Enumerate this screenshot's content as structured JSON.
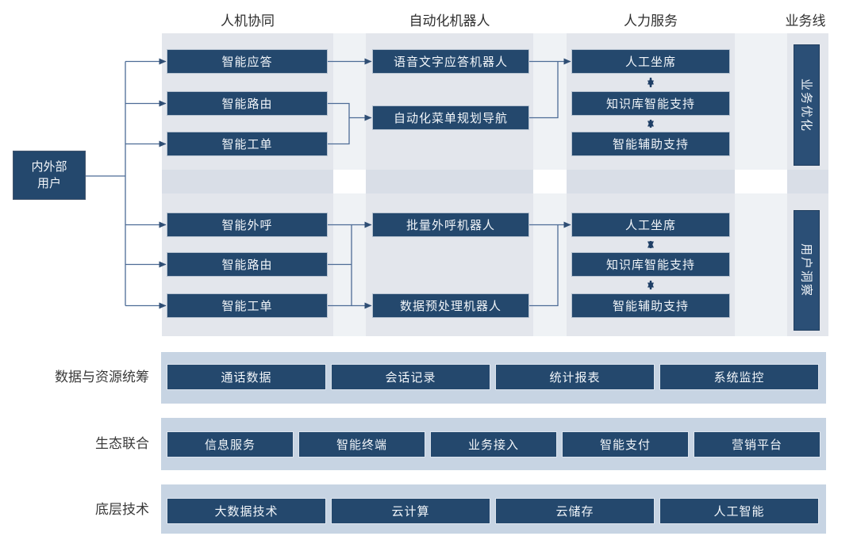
{
  "columns": [
    "人机协同",
    "自动化机器人",
    "人力服务",
    "业务线"
  ],
  "entry_box": {
    "line1": "内外部",
    "line2": "用户"
  },
  "flows": {
    "top": {
      "human_machine": [
        "智能应答",
        "智能路由",
        "智能工单"
      ],
      "robots": [
        "语音文字应答机器人",
        "自动化菜单规划导航"
      ],
      "human_service": [
        "人工坐席",
        "知识库智能支持",
        "智能辅助支持"
      ],
      "business_line": "业务优化"
    },
    "bottom": {
      "human_machine": [
        "智能外呼",
        "智能路由",
        "智能工单"
      ],
      "robots": [
        "批量外呼机器人",
        "数据预处理机器人"
      ],
      "human_service": [
        "人工坐席",
        "知识库智能支持",
        "智能辅助支持"
      ],
      "business_line": "用户洞察"
    }
  },
  "layers": [
    {
      "label": "数据与资源统筹",
      "items": [
        "通话数据",
        "会话记录",
        "统计报表",
        "系统监控"
      ]
    },
    {
      "label": "生态联合",
      "items": [
        "信息服务",
        "智能终端",
        "业务接入",
        "智能支付",
        "营销平台"
      ]
    },
    {
      "label": "底层技术",
      "items": [
        "大数据技术",
        "云计算",
        "云储存",
        "人工智能"
      ]
    }
  ],
  "colors": {
    "box_fill": "#24486d",
    "box_border": "#b7c3d1",
    "side_fill": "#2b4f76",
    "side_border": "#203d5e",
    "entry_border": "#44566e",
    "strip": "#e3e6ec",
    "strip_mid": "#d9dee7",
    "filler": "#eff2f5",
    "band": "#c7d4e3",
    "line": "#4d6c96",
    "arrow_fill": "#2f4e74",
    "dbl": "#1f3f66",
    "band_box_border": "#dce4ee",
    "header_text": "#2f2f2f",
    "label_text": "#3a3a3a",
    "box_text": "#f2f6fa"
  }
}
